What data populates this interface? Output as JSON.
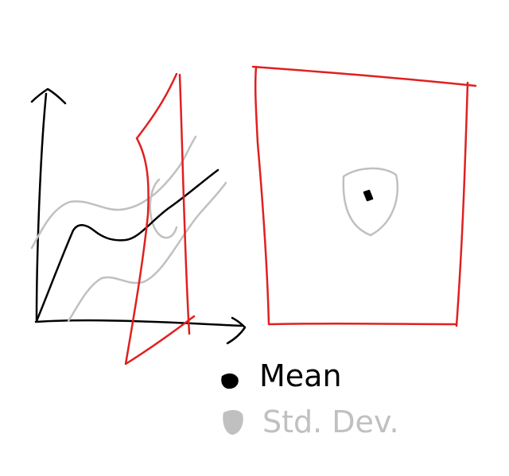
{
  "legend": {
    "items": [
      {
        "label": "Mean",
        "color": "#000000",
        "marker": "filled-blob"
      },
      {
        "label": "Std. Dev.",
        "color": "#c0c0c0",
        "marker": "filled-blob"
      }
    ]
  },
  "colors": {
    "mean": "#000000",
    "std_dev": "#c0c0c0",
    "slice_plane": "#e02020",
    "axes": "#000000",
    "background": "#ffffff"
  },
  "icons": {
    "y_axis_arrow": "arrow-up",
    "x_axis_arrow": "arrow-right"
  }
}
